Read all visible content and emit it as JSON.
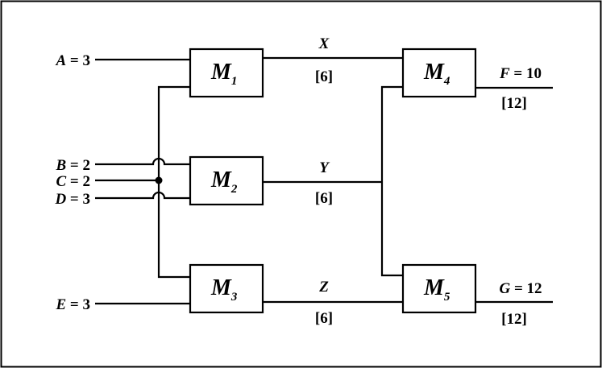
{
  "inputs": {
    "a": {
      "name": "A",
      "eq": " = 3"
    },
    "b": {
      "name": "B",
      "eq": " = 2"
    },
    "c": {
      "name": "C",
      "eq": " = 2"
    },
    "d": {
      "name": "D",
      "eq": " = 3"
    },
    "e": {
      "name": "E",
      "eq": " = 3"
    }
  },
  "modules": {
    "m1": {
      "letter": "M",
      "sub": "1"
    },
    "m2": {
      "letter": "M",
      "sub": "2"
    },
    "m3": {
      "letter": "M",
      "sub": "3"
    },
    "m4": {
      "letter": "M",
      "sub": "4"
    },
    "m5": {
      "letter": "M",
      "sub": "5"
    }
  },
  "signals": {
    "x": {
      "name": "X",
      "width": "[6]"
    },
    "y": {
      "name": "Y",
      "width": "[6]"
    },
    "z": {
      "name": "Z",
      "width": "[6]"
    }
  },
  "outputs": {
    "f": {
      "name": "F",
      "eq": " = 10",
      "width": "[12]"
    },
    "g": {
      "name": "G",
      "eq": " = 12",
      "width": "[12]"
    }
  }
}
